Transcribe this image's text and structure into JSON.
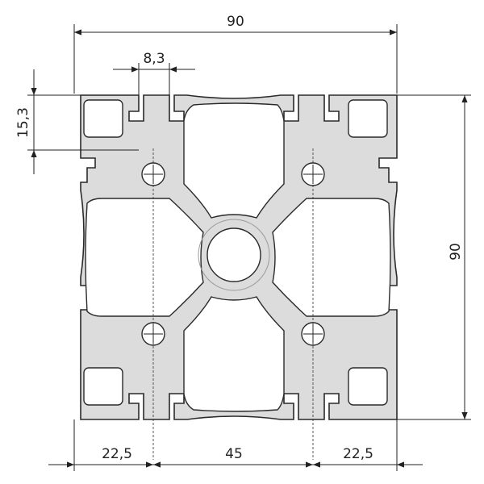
{
  "drawing": {
    "dimensions": {
      "overall_width": "90",
      "overall_height": "90",
      "slot_width": "8,3",
      "slot_depth": "15,3",
      "left_offset": "22,5",
      "center_spacing": "45",
      "right_offset": "22,5"
    },
    "colors": {
      "profile_fill": "#dcdcdc",
      "outline": "#2a2a2a",
      "dimension": "#222222"
    }
  }
}
